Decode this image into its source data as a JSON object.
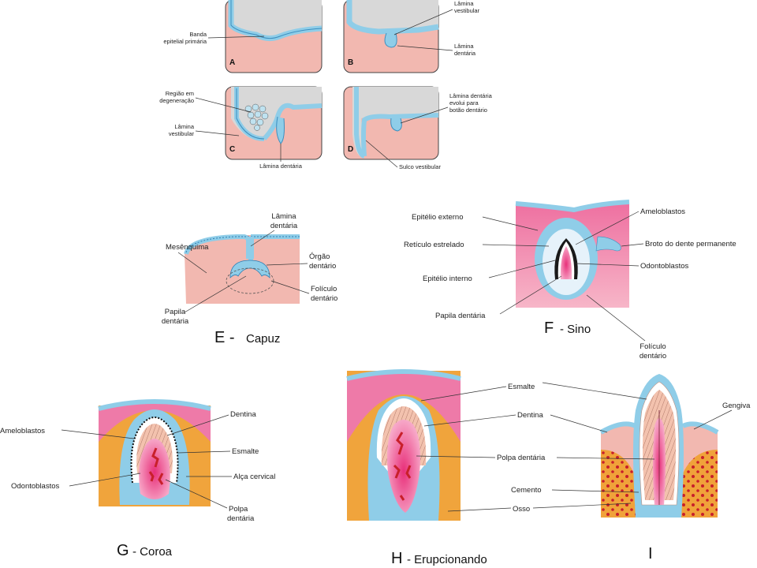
{
  "panels": {
    "a": {
      "letter": "A",
      "band": [
        "Banda",
        "epitelial primária"
      ]
    },
    "b": {
      "letter": "B",
      "vest": [
        "Lâmina",
        "vestibular"
      ],
      "dent": [
        "Lâmina",
        "dentária"
      ]
    },
    "c": {
      "letter": "C",
      "deg": [
        "Região em",
        "degeneração"
      ],
      "vest": [
        "Lâmina",
        "vestibular"
      ],
      "dent": "Lâmina dentária"
    },
    "d": {
      "letter": "D",
      "evol": [
        "Lâmina dentária",
        "evolui para",
        "botão dentário"
      ],
      "sulco": "Sulco vestibular"
    },
    "e": {
      "big": "E -",
      "name": "Capuz",
      "mes": "Mesênquima",
      "lam": [
        "Lâmina",
        "dentária"
      ],
      "org": [
        "Órgão",
        "dentário"
      ],
      "fol": [
        "Folículo",
        "dentário"
      ],
      "pap": [
        "Papila",
        "dentária"
      ]
    },
    "f": {
      "big": "F",
      "name": "- Sino",
      "ext": "Epitélio externo",
      "ret": "Retículo estrelado",
      "int": "Epitélio interno",
      "pap": "Papila dentária",
      "ame": "Ameloblastos",
      "broto": "Broto do dente permanente",
      "odo": "Odontoblastos",
      "fol": [
        "Folículo",
        "dentário"
      ]
    },
    "g": {
      "big": "G",
      "name": "- Coroa",
      "ame": "Ameloblastos",
      "odo": "Odontoblastos",
      "den": "Dentina",
      "esm": "Esmalte",
      "alc": "Alça cervical",
      "pol": [
        "Polpa",
        "dentária"
      ]
    },
    "h": {
      "big": "H",
      "name": "- Erupcionando",
      "esm": "Esmalte",
      "den": "Dentina",
      "pol": "Polpa dentária",
      "cem": "Cemento",
      "oss": "Osso"
    },
    "i": {
      "big": "I",
      "gen": "Gengiva"
    }
  },
  "colors": {
    "pink": "#f2b8b0",
    "blue": "#8fcde8",
    "gray": "#d8d8d8",
    "magenta": "#e8508a",
    "orange": "#f0a43c",
    "red": "#c8202a"
  }
}
